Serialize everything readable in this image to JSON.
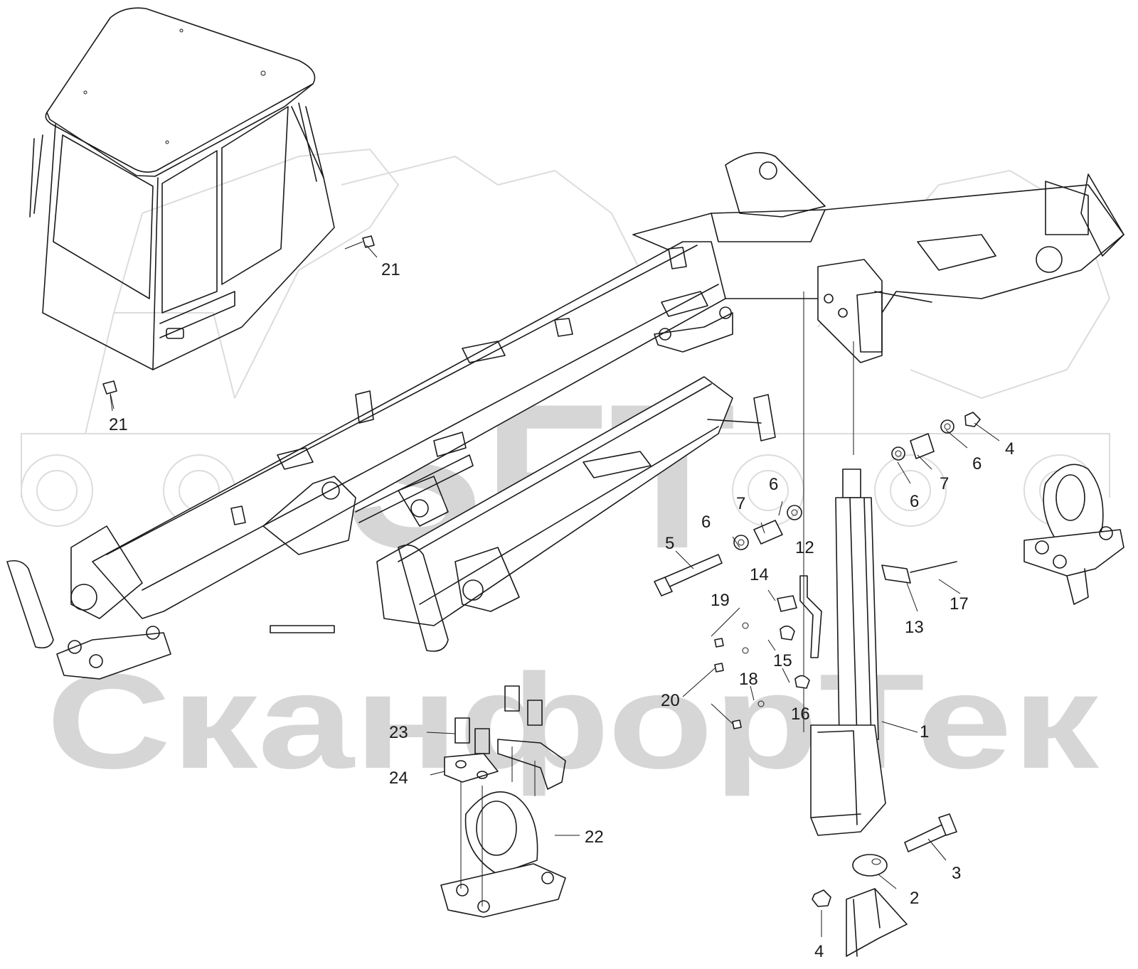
{
  "watermark": {
    "logo_text": "SFT",
    "brand_text": "СканфорТек"
  },
  "callouts": [
    {
      "label": "21"
    },
    {
      "label": "21"
    },
    {
      "label": "4"
    },
    {
      "label": "6"
    },
    {
      "label": "7"
    },
    {
      "label": "6"
    },
    {
      "label": "6"
    },
    {
      "label": "7"
    },
    {
      "label": "6"
    },
    {
      "label": "5"
    },
    {
      "label": "12"
    },
    {
      "label": "14"
    },
    {
      "label": "19"
    },
    {
      "label": "17"
    },
    {
      "label": "13"
    },
    {
      "label": "15"
    },
    {
      "label": "18"
    },
    {
      "label": "20"
    },
    {
      "label": "16"
    },
    {
      "label": "1"
    },
    {
      "label": "23"
    },
    {
      "label": "24"
    },
    {
      "label": "22"
    },
    {
      "label": "3"
    },
    {
      "label": "2"
    },
    {
      "label": "4"
    }
  ]
}
